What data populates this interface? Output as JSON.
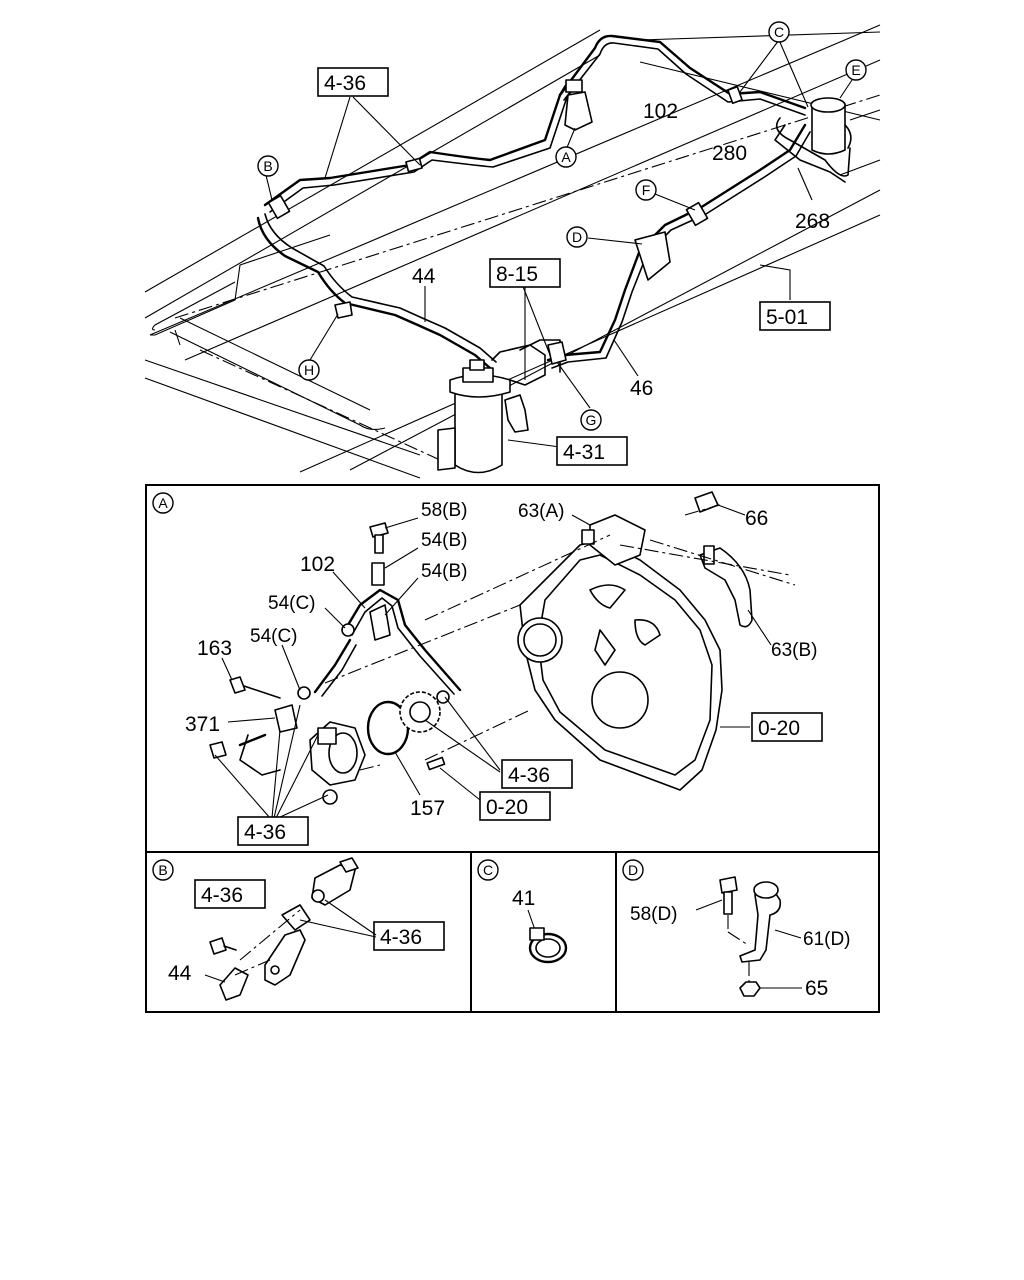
{
  "callouts": {
    "A": "A",
    "B": "B",
    "C": "C",
    "D": "D",
    "E": "E",
    "F": "F",
    "G": "G",
    "H": "H"
  },
  "ref_boxes": {
    "top_436": "4-36",
    "top_815": "8-15",
    "top_501": "5-01",
    "top_431": "4-31",
    "a_436_mid": "4-36",
    "a_020_mid": "0-20",
    "a_020_right": "0-20",
    "a_436_bottom": "4-36",
    "b_436_left": "4-36",
    "b_436_right": "4-36"
  },
  "labels": {
    "top_102": "102",
    "top_280": "280",
    "top_268": "268",
    "top_44": "44",
    "top_46": "46",
    "a_58b": "58(B)",
    "a_54b_1": "54(B)",
    "a_54b_2": "54(B)",
    "a_102": "102",
    "a_54c_1": "54(C)",
    "a_54c_2": "54(C)",
    "a_163": "163",
    "a_371": "371",
    "a_157": "157",
    "a_63a": "63(A)",
    "a_66": "66",
    "a_63b": "63(B)",
    "b_44": "44",
    "c_41": "41",
    "d_58d": "58(D)",
    "d_61d": "61(D)",
    "d_65": "65"
  }
}
